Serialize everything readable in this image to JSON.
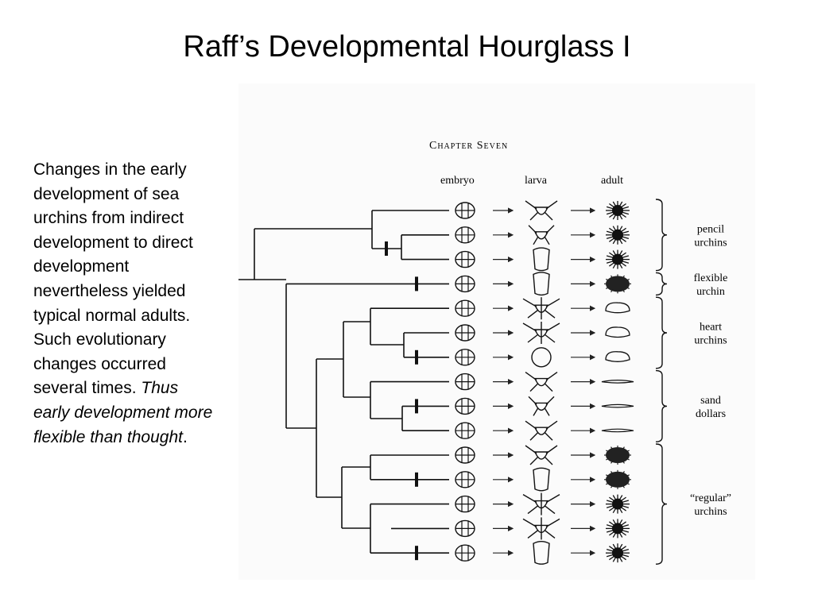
{
  "slide": {
    "title": "Raff’s Developmental Hourglass I",
    "body_plain": "Changes in the early development of sea urchins from indirect development to direct  development nevertheless yielded typical normal adults. Such evolutionary changes occurred several times.",
    "body_italic": "Thus early development more flexible than thought",
    "body_italic_suffix": "."
  },
  "figure": {
    "chapter_heading": "Chapter Seven",
    "columns": [
      "embryo",
      "larva",
      "adult"
    ],
    "groups": [
      {
        "label_lines": [
          "pencil",
          "urchins"
        ]
      },
      {
        "label_lines": [
          "flexible",
          "urchin"
        ]
      },
      {
        "label_lines": [
          "heart",
          "urchins"
        ]
      },
      {
        "label_lines": [
          "sand",
          "dollars"
        ]
      },
      {
        "label_lines": [
          "“regular”",
          "urchins"
        ]
      }
    ],
    "rows": [
      {
        "larva": "pluteus",
        "adult": "spiny"
      },
      {
        "larva": "pluteus-reduced",
        "adult": "spiny"
      },
      {
        "larva": "direct",
        "adult": "spiny"
      },
      {
        "larva": "direct",
        "adult": "round-dark"
      },
      {
        "larva": "pluteus-long",
        "adult": "heart"
      },
      {
        "larva": "pluteus-long",
        "adult": "heart"
      },
      {
        "larva": "direct-round",
        "adult": "heart"
      },
      {
        "larva": "pluteus",
        "adult": "flat"
      },
      {
        "larva": "pluteus-reduced",
        "adult": "flat"
      },
      {
        "larva": "pluteus",
        "adult": "flat"
      },
      {
        "larva": "pluteus",
        "adult": "round-dark"
      },
      {
        "larva": "direct",
        "adult": "round-dark"
      },
      {
        "larva": "pluteus-long",
        "adult": "spiny"
      },
      {
        "larva": "pluteus-long",
        "adult": "spiny"
      },
      {
        "larva": "direct",
        "adult": "spiny"
      }
    ]
  }
}
